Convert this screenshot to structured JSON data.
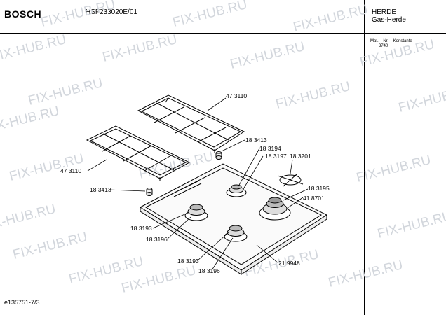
{
  "header": {
    "brand": "BOSCH",
    "model": "HSF233020E/01",
    "category": "HERDE",
    "subcategory": "Gas-Herde"
  },
  "material_box": {
    "label": "Mat. – Nr. – Konstante",
    "value": "3740"
  },
  "watermark": "FIX-HUB.RU",
  "part_labels": {
    "grate_right": "47 3110",
    "grate_left": "47 3110",
    "knob_top": "18 3413",
    "knob_left": "18 3413",
    "burner_small_back": "18 3194",
    "burner_cap_back": "18 3197",
    "wok_ring": "18 3201",
    "burner_large": "18 3195",
    "ring_large": "41 8701",
    "burner_left_front": "18 3193",
    "burner_left_cap": "18 3196",
    "burner_mid_front": "18 3193",
    "burner_mid_cap": "18 3196",
    "hob_tray": "21 9948"
  },
  "footer": {
    "doc_id": "e135751-7/3"
  }
}
